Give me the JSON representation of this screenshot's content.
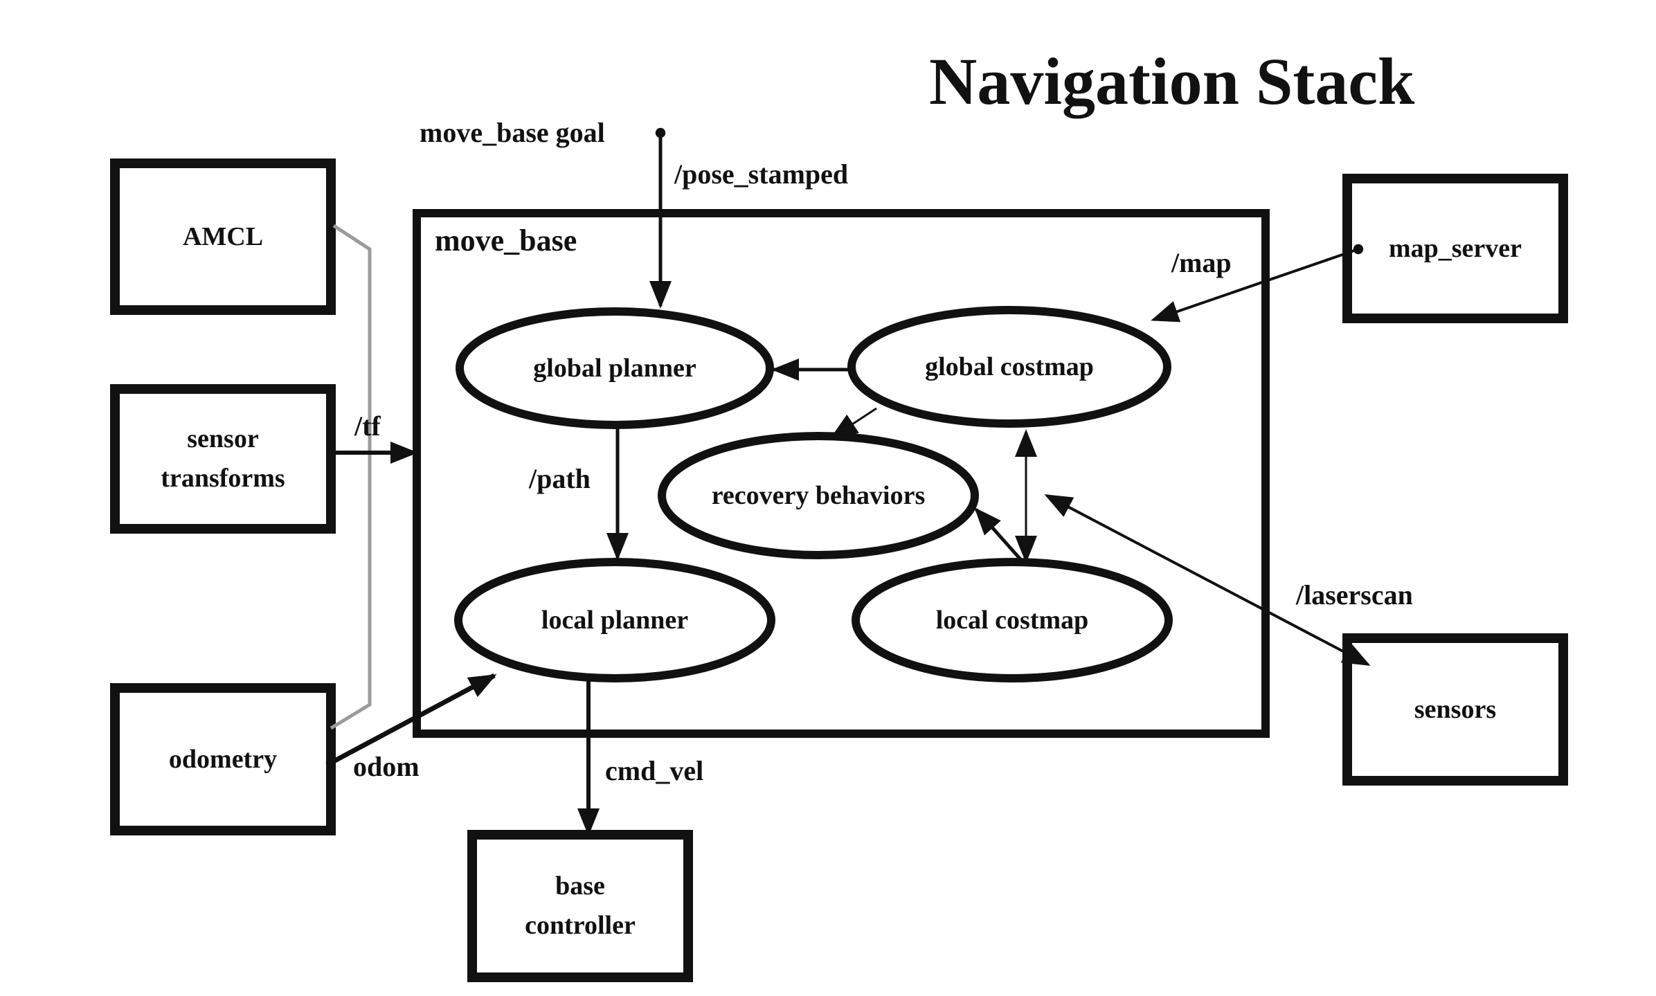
{
  "title": "Navigation Stack",
  "container": {
    "label": "move_base"
  },
  "nodes": {
    "amcl": "AMCL",
    "sensor_transforms": "sensor\ntransforms",
    "odometry": "odometry",
    "base_controller": "base\ncontroller",
    "map_server": "map_server",
    "sensors": "sensors",
    "global_planner": "global planner",
    "global_costmap": "global costmap",
    "recovery_behaviors": "recovery behaviors",
    "local_planner": "local planner",
    "local_costmap": "local costmap"
  },
  "edges": {
    "move_base_goal": "move_base goal",
    "pose_stamped": "/pose_stamped",
    "map": "/map",
    "tf": "/tf",
    "path": "/path",
    "odom": "odom",
    "cmd_vel": "cmd_vel",
    "laserscan": "/laserscan"
  }
}
